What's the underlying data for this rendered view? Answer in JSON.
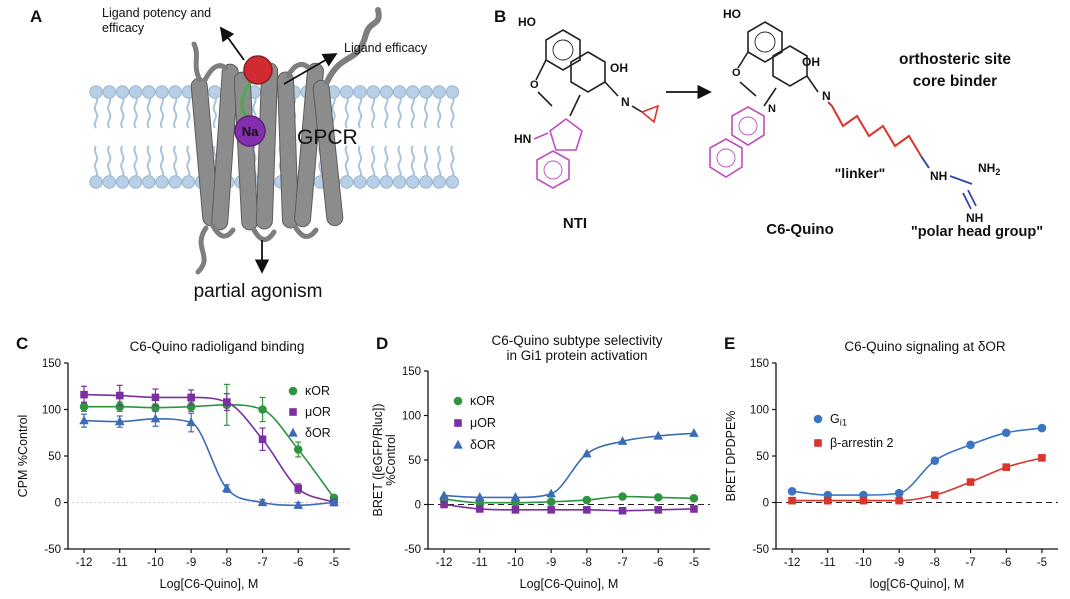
{
  "figure": {
    "background": "#ffffff"
  },
  "panelA": {
    "label": "A",
    "callout_potency_line1": "Ligand potency and",
    "callout_potency_line2": "efficacy",
    "callout_efficacy": "Ligand efficacy",
    "receptor_label": "GPCR",
    "ion_label": "Na",
    "bottom_label": "partial agonism",
    "colors": {
      "ligand": "#d02a33",
      "sodium": "#8430ae",
      "membrane": "#b9cfe6",
      "membrane_tail": "#a9c4dd",
      "helix": "#8c8c8c",
      "contact_green": "#43b14b"
    }
  },
  "panelB": {
    "label": "B",
    "atom_labels": {
      "ho": "HO",
      "oh": "OH",
      "o": "O",
      "n": "N",
      "hn": "HN",
      "ring_n": "N",
      "nh": "NH",
      "nh2_base": "NH",
      "nh2_sub": "2",
      "imine": "NH"
    },
    "compound_left": "NTI",
    "compound_right": "C6-Quino",
    "annotation_core_line1": "orthosteric site",
    "annotation_core_line2": "core binder",
    "annotation_linker": "\"linker\"",
    "annotation_polar": "\"polar head group\"",
    "colors": {
      "heterocycle": "#bf4dbf",
      "linker": "#d9352c",
      "polar": "#3347a8"
    }
  },
  "chart_data": [
    {
      "panel": "C",
      "type": "scatter-line",
      "title": "C6-Quino radioligand binding",
      "xlabel": "Log[C6-Quino], M",
      "ylabel": "CPM %Control",
      "x": [
        -12,
        -11,
        -10,
        -9,
        -8,
        -7,
        -6,
        -5
      ],
      "xticks": [
        -12,
        -11,
        -10,
        -9,
        -8,
        -7,
        -6,
        -5
      ],
      "ylim": [
        -50,
        150
      ],
      "yticks": [
        -50,
        0,
        50,
        100,
        150
      ],
      "zero_line": {
        "style": "dotted",
        "color": "#c4c4c4"
      },
      "legend_position": "inside-top-right",
      "legend": {
        "dx": 225,
        "dy": 28,
        "spacing": 21
      },
      "series": [
        {
          "name": "κOR",
          "marker": "circle",
          "color": "#2e9440",
          "values": [
            103,
            103,
            102,
            103,
            105,
            100,
            57,
            5
          ],
          "errors": [
            5,
            5,
            4,
            5,
            22,
            13,
            8,
            3
          ]
        },
        {
          "name": "μOR",
          "marker": "square",
          "color": "#7b2fa0",
          "values": [
            116,
            115,
            113,
            113,
            108,
            68,
            15,
            0
          ],
          "errors": [
            9,
            11,
            9,
            8,
            9,
            12,
            5,
            2
          ]
        },
        {
          "name": "δOR",
          "marker": "triangle",
          "color": "#3b6cb5",
          "values": [
            88,
            87,
            90,
            86,
            15,
            0,
            -3,
            0
          ],
          "errors": [
            7,
            6,
            8,
            10,
            4,
            3,
            3,
            2
          ]
        }
      ]
    },
    {
      "panel": "D",
      "type": "scatter-line",
      "title_lines": [
        "C6-Quino subtype selectivity",
        "in Gi1 protein activation"
      ],
      "xlabel": "Log[C6-Quino], M",
      "ylabel_lines": [
        "BRET ([eGFP/Rluc])",
        "%Control"
      ],
      "x": [
        -12,
        -11,
        -10,
        -9,
        -8,
        -7,
        -6,
        -5
      ],
      "xticks": [
        -12,
        -11,
        -10,
        -9,
        -8,
        -7,
        -6,
        -5
      ],
      "ylim": [
        -50,
        150
      ],
      "yticks": [
        -50,
        0,
        50,
        100,
        150
      ],
      "zero_line": {
        "style": "dashed",
        "color": "#222222"
      },
      "legend_position": "inside-top-left",
      "legend": {
        "dx": 30,
        "dy": 30,
        "spacing": 22
      },
      "series": [
        {
          "name": "κOR",
          "marker": "circle",
          "color": "#2e9440",
          "values": [
            6,
            2,
            2,
            3,
            5,
            9,
            8,
            7
          ]
        },
        {
          "name": "μOR",
          "marker": "square",
          "color": "#7b2fa0",
          "values": [
            0,
            -5,
            -6,
            -6,
            -6,
            -7,
            -6,
            -5
          ]
        },
        {
          "name": "δOR",
          "marker": "triangle",
          "color": "#3b6cb5",
          "values": [
            10,
            8,
            8,
            12,
            57,
            71,
            77,
            80
          ]
        }
      ]
    },
    {
      "panel": "E",
      "type": "scatter-line",
      "title": "C6-Quino signaling at δOR",
      "xlabel": "log[C6-Quino], M",
      "ylabel": "BRET DPDPE%",
      "x": [
        -12,
        -11,
        -10,
        -9,
        -8,
        -7,
        -6,
        -5
      ],
      "xticks": [
        -12,
        -11,
        -10,
        -9,
        -8,
        -7,
        -6,
        -5
      ],
      "ylim": [
        -50,
        150
      ],
      "yticks": [
        -50,
        0,
        50,
        100,
        150
      ],
      "zero_line": {
        "style": "dashed",
        "color": "#222222"
      },
      "legend_position": "inside-top-left",
      "legend": {
        "dx": 42,
        "dy": 56,
        "spacing": 24
      },
      "series": [
        {
          "name": "Gi1",
          "legend_base": "G",
          "legend_sub": "i1",
          "marker": "circle",
          "color": "#3a75c4",
          "values": [
            12,
            8,
            8,
            10,
            45,
            62,
            75,
            80
          ]
        },
        {
          "name": "β-arrestin 2",
          "marker": "square",
          "color": "#d9352c",
          "values": [
            2,
            2,
            2,
            2,
            8,
            22,
            38,
            48
          ]
        }
      ]
    }
  ]
}
